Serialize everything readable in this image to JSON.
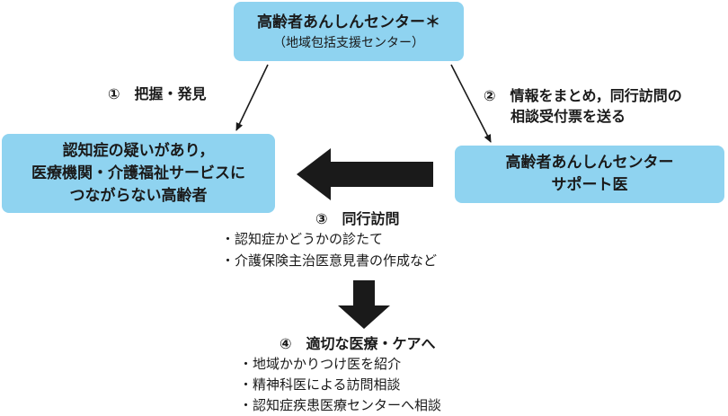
{
  "top_box": {
    "title": "高齢者あんしんセンター＊",
    "subtitle": "（地域包括支援センター）"
  },
  "left_box": {
    "lines": [
      "認知症の疑いがあり，",
      "医療機関・介護福祉サービスに",
      "つながらない高齢者"
    ]
  },
  "right_box": {
    "lines": [
      "高齢者あんしんセンター",
      "サポート医"
    ]
  },
  "step1": {
    "label": "①　把握・発見"
  },
  "step2": {
    "lines": [
      "②　情報をまとめ，同行訪問の",
      "相談受付票を送る"
    ]
  },
  "step3": {
    "label": "③　同行訪問",
    "items": [
      "・認知症かどうかの診たて",
      "・介護保険主治医意見書の作成など"
    ]
  },
  "step4": {
    "label": "④　適切な医療・ケアへ",
    "items": [
      "・地域かかりつけ医を紹介",
      "・精神科医による訪問相談",
      "・認知症疾患医療センターへ相談"
    ]
  }
}
